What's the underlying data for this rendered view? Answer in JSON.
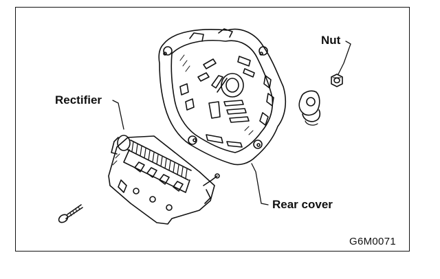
{
  "figure": {
    "labels": {
      "nut": "Nut",
      "rectifier": "Rectifier",
      "rear_cover": "Rear cover"
    },
    "figure_code": "G6M0071"
  }
}
